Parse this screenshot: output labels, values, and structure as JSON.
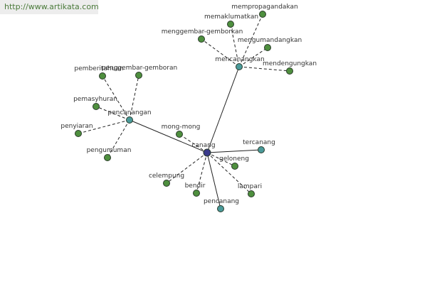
{
  "watermark": "http://www.artikata.com",
  "colors": {
    "center": "#3a3a8c",
    "hub": "#4a9a9a",
    "leaf": "#4e8f3e"
  },
  "nodes": [
    {
      "id": "canang",
      "label": "canang",
      "kind": "center"
    },
    {
      "id": "mencanangkan",
      "label": "mencanangkan",
      "kind": "hub"
    },
    {
      "id": "pencanangan",
      "label": "pencanangan",
      "kind": "hub"
    },
    {
      "id": "tercanang",
      "label": "tercanang",
      "kind": "hub"
    },
    {
      "id": "pencanang",
      "label": "pencanang",
      "kind": "hub"
    },
    {
      "id": "mempropagandakan",
      "label": "mempropagandakan",
      "kind": "leaf"
    },
    {
      "id": "memaklumatkan",
      "label": "memaklumatkan",
      "kind": "leaf"
    },
    {
      "id": "menggembar-gemborkan",
      "label": "menggembar-gemborkan",
      "kind": "leaf"
    },
    {
      "id": "mengumandangkan",
      "label": "mengumandangkan",
      "kind": "leaf"
    },
    {
      "id": "mendengungkan",
      "label": "mendengungkan",
      "kind": "leaf"
    },
    {
      "id": "pemberitahuan",
      "label": "pemberitahuan",
      "kind": "leaf"
    },
    {
      "id": "penggembar-gemboran",
      "label": "penggembar-gemboran",
      "kind": "leaf"
    },
    {
      "id": "pemasyhuran",
      "label": "pemasyhuran",
      "kind": "leaf"
    },
    {
      "id": "penyiaran",
      "label": "penyiaran",
      "kind": "leaf"
    },
    {
      "id": "pengumuman",
      "label": "pengumuman",
      "kind": "leaf"
    },
    {
      "id": "mong-mong",
      "label": "mong-mong",
      "kind": "leaf"
    },
    {
      "id": "geloneng",
      "label": "geloneng",
      "kind": "leaf"
    },
    {
      "id": "celempung",
      "label": "celempung",
      "kind": "leaf"
    },
    {
      "id": "bendir",
      "label": "bendir",
      "kind": "leaf"
    },
    {
      "id": "lampari",
      "label": "lampari",
      "kind": "leaf"
    }
  ],
  "edges": [
    {
      "from": "canang",
      "to": "mencanangkan",
      "style": "solid"
    },
    {
      "from": "canang",
      "to": "pencanangan",
      "style": "solid"
    },
    {
      "from": "canang",
      "to": "tercanang",
      "style": "solid"
    },
    {
      "from": "canang",
      "to": "pencanang",
      "style": "solid"
    },
    {
      "from": "canang",
      "to": "mong-mong",
      "style": "dashed"
    },
    {
      "from": "canang",
      "to": "geloneng",
      "style": "dashed"
    },
    {
      "from": "canang",
      "to": "celempung",
      "style": "dashed"
    },
    {
      "from": "canang",
      "to": "bendir",
      "style": "dashed"
    },
    {
      "from": "canang",
      "to": "lampari",
      "style": "dashed"
    },
    {
      "from": "mencanangkan",
      "to": "mempropagandakan",
      "style": "dashed"
    },
    {
      "from": "mencanangkan",
      "to": "memaklumatkan",
      "style": "dashed"
    },
    {
      "from": "mencanangkan",
      "to": "menggembar-gemborkan",
      "style": "dashed"
    },
    {
      "from": "mencanangkan",
      "to": "mengumandangkan",
      "style": "dashed"
    },
    {
      "from": "mencanangkan",
      "to": "mendengungkan",
      "style": "dashed"
    },
    {
      "from": "pencanangan",
      "to": "pemberitahuan",
      "style": "dashed"
    },
    {
      "from": "pencanangan",
      "to": "penggembar-gemboran",
      "style": "dashed"
    },
    {
      "from": "pencanangan",
      "to": "pemasyhuran",
      "style": "dashed"
    },
    {
      "from": "pencanangan",
      "to": "penyiaran",
      "style": "dashed"
    },
    {
      "from": "pencanangan",
      "to": "pengumuman",
      "style": "dashed"
    }
  ]
}
